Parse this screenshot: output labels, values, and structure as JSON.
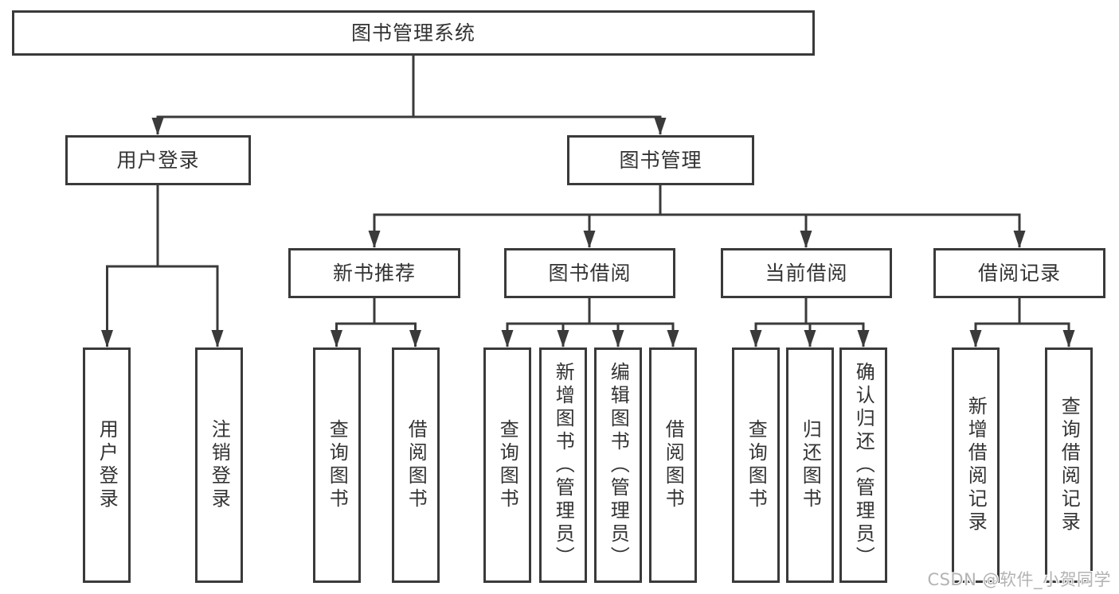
{
  "tree": {
    "root": {
      "label": "图书管理系统"
    },
    "branches": [
      {
        "label": "用户登录",
        "leaves": [
          {
            "label": "用户登录"
          },
          {
            "label": "注销登录"
          }
        ]
      },
      {
        "label": "图书管理",
        "groups": [
          {
            "label": "新书推荐",
            "leaves": [
              {
                "label": "查询图书"
              },
              {
                "label": "借阅图书"
              }
            ]
          },
          {
            "label": "图书借阅",
            "leaves": [
              {
                "label": "查询图书"
              },
              {
                "label": "新增图书（管理员）"
              },
              {
                "label": "编辑图书（管理员）"
              },
              {
                "label": "借阅图书"
              }
            ]
          },
          {
            "label": "当前借阅",
            "leaves": [
              {
                "label": "查询图书"
              },
              {
                "label": "归还图书"
              },
              {
                "label": "确认归还（管理员）"
              }
            ]
          },
          {
            "label": "借阅记录",
            "leaves": [
              {
                "label": "新增借阅记录"
              },
              {
                "label": "查询借阅记录"
              }
            ]
          }
        ]
      }
    ]
  },
  "watermark": {
    "text": "CSDN @软件_小贺同学"
  },
  "colors": {
    "line": "#3a3a3a",
    "text": "#333333",
    "watermark": "#b3b3b3",
    "background": "#ffffff"
  }
}
